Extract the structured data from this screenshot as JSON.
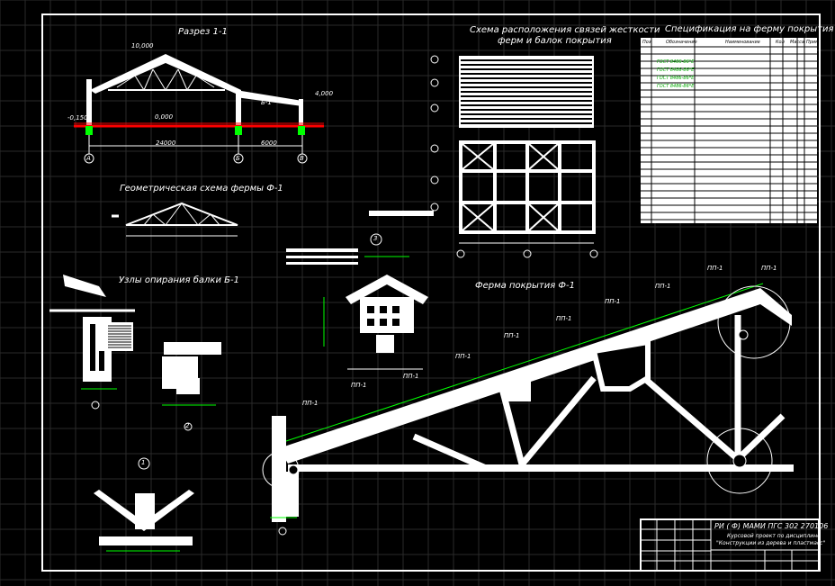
{
  "titles": {
    "section": "Разрез 1-1",
    "bracing_line1": "Схема расположения связей жесткости",
    "bracing_line2": "ферм и балок покрытия",
    "spec": "Спецификация на ферму покрытия Ф-1",
    "geometry": "Геометрическая схема фермы Ф-1",
    "supports": "Узлы опирания балки Б-1",
    "truss": "Ферма покрытия Ф-1"
  },
  "section_marks": {
    "elev_top": "10,000",
    "elev_zero": "0,000",
    "elev_minus": "-0,150",
    "elev_right": "4,000",
    "span_left": "24000",
    "span_right": "6000",
    "axis_a": "А",
    "axis_b": "Б",
    "axis_v": "В",
    "beam_label": "Б-1"
  },
  "node_labels": {
    "node_1": "1",
    "node_2": "2",
    "node_3": "3"
  },
  "truss_labels": [
    "ПП-1",
    "ПП-1",
    "ПП-1",
    "ПП-1",
    "ПП-1",
    "ПП-1",
    "ПП-1",
    "ПП-1",
    "ПП-1",
    "ПП-1"
  ],
  "spec_table": {
    "header": [
      "Поз",
      "Обозначение",
      "Наименование",
      "Кол",
      "Масса",
      "Прим"
    ],
    "rows": [
      "ГОСТ 8486-86*Е",
      "ГОСТ 8486-86*Е",
      "ГОСТ 8486-86*Е",
      "ГОСТ 8486-86*Е"
    ]
  },
  "title_block": {
    "code": "РИ ( Ф) МАМИ ПГС 302 270106",
    "line1": "Курсовой проект по дисциплине",
    "line2": "\"Конструкции из дерева и пластмасс\""
  },
  "colors": {
    "background": "#000000",
    "lines": "#ffffff",
    "ground": "#ff0000",
    "dimension": "#00ff00",
    "frame": "#ffffff"
  }
}
